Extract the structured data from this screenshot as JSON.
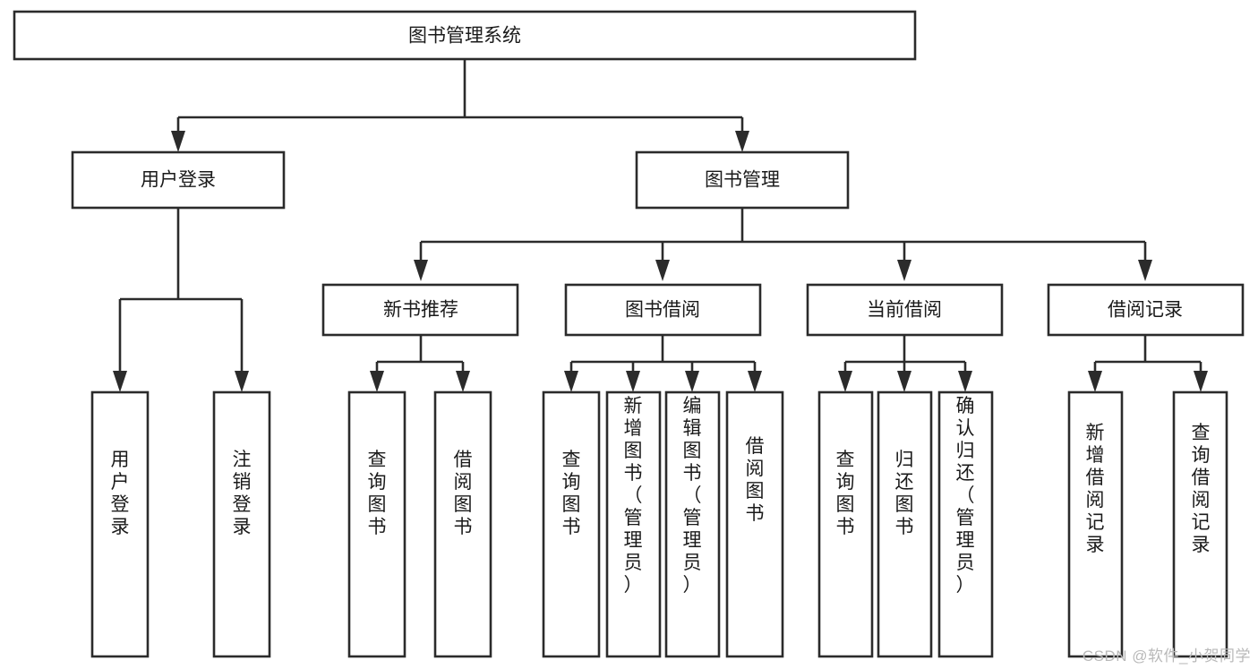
{
  "diagram": {
    "type": "tree",
    "title": "图书管理系统",
    "watermark": "CSDN @软件_小贺同学",
    "nodes": {
      "root": {
        "label": "图书管理系统"
      },
      "level2": [
        {
          "id": "user-login",
          "label": "用户登录"
        },
        {
          "id": "book-manage",
          "label": "图书管理"
        }
      ],
      "level3": [
        {
          "id": "new-book-recommend",
          "label": "新书推荐"
        },
        {
          "id": "book-borrow",
          "label": "图书借阅"
        },
        {
          "id": "current-borrow",
          "label": "当前借阅"
        },
        {
          "id": "borrow-record",
          "label": "借阅记录"
        }
      ],
      "leaves": [
        {
          "id": "leaf-user-login",
          "parent": "user-login",
          "label": "用户登录"
        },
        {
          "id": "leaf-logout-login",
          "parent": "user-login",
          "label": "注销登录"
        },
        {
          "id": "leaf-query-book-1",
          "parent": "new-book-recommend",
          "label": "查询图书"
        },
        {
          "id": "leaf-borrow-book-1",
          "parent": "new-book-recommend",
          "label": "借阅图书"
        },
        {
          "id": "leaf-query-book-2",
          "parent": "book-borrow",
          "label": "查询图书"
        },
        {
          "id": "leaf-add-book",
          "parent": "book-borrow",
          "label": "新增图书（管理员）"
        },
        {
          "id": "leaf-edit-book",
          "parent": "book-borrow",
          "label": "编辑图书（管理员）"
        },
        {
          "id": "leaf-borrow-book-2",
          "parent": "book-borrow",
          "label": "借阅图书"
        },
        {
          "id": "leaf-query-book-3",
          "parent": "current-borrow",
          "label": "查询图书"
        },
        {
          "id": "leaf-return-book",
          "parent": "current-borrow",
          "label": "归还图书"
        },
        {
          "id": "leaf-confirm-return",
          "parent": "current-borrow",
          "label": "确认归还（管理员）"
        },
        {
          "id": "leaf-add-record",
          "parent": "borrow-record",
          "label": "新增借阅记录"
        },
        {
          "id": "leaf-query-record",
          "parent": "borrow-record",
          "label": "查询借阅记录"
        }
      ]
    },
    "colors": {
      "box_stroke": "#2b2b2b",
      "box_fill": "#ffffff",
      "text": "#1a1a1a",
      "background": "#ffffff",
      "watermark": "#b9b9b9"
    }
  }
}
